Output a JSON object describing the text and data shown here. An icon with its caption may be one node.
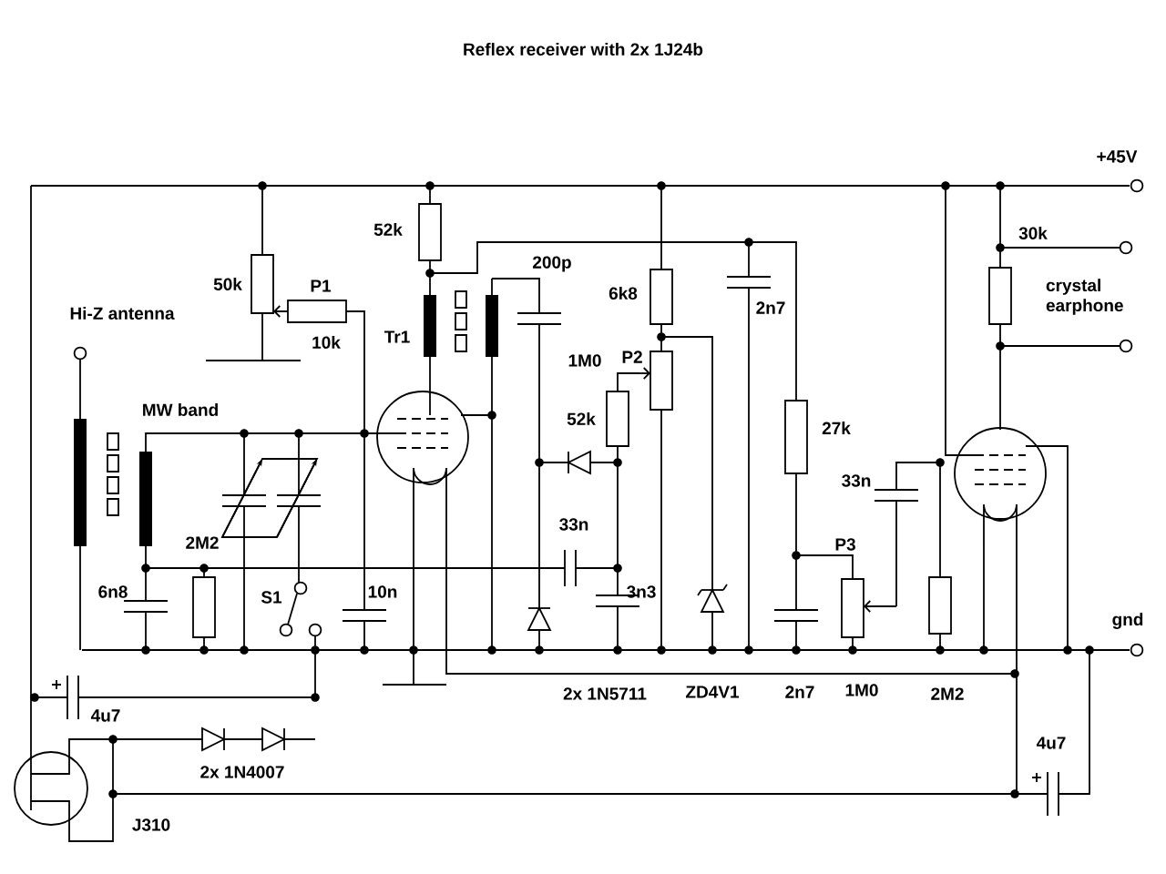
{
  "diagram": {
    "title": "Reflex receiver with 2x 1J24b",
    "labels": [
      "+45V",
      "52k",
      "30k",
      "200p",
      "50k",
      "P1",
      "crystal earphone",
      "6k8",
      "2n7",
      "Hi-Z antenna",
      "10k",
      "Tr1",
      "1M0",
      "P2",
      "MW band",
      "52k",
      "27k",
      "33n",
      "33n",
      "2M2",
      "P3",
      "6n8",
      "S1",
      "10n",
      "3n3",
      "gnd",
      "2x 1N5711",
      "ZD4V1",
      "2n7",
      "1M0",
      "2M2",
      "4u7",
      "4u7",
      "2x 1N4007",
      "J310"
    ]
  }
}
